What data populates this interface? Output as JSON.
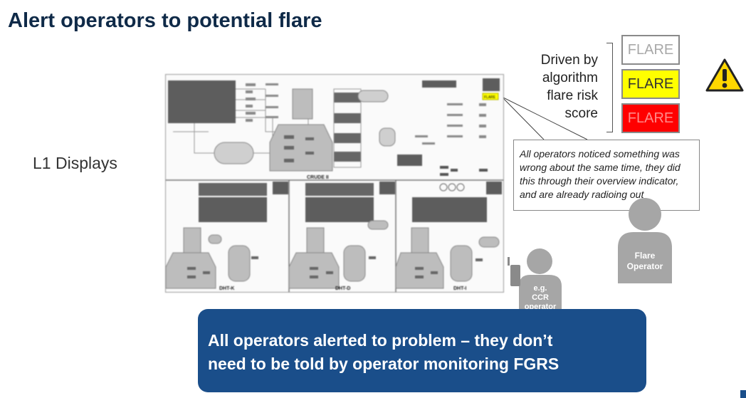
{
  "title": "Alert operators to potential flare",
  "l1_label": "L1 Displays",
  "driven": {
    "line1": "Driven by",
    "line2": "algorithm",
    "line3": "flare risk",
    "line4": "score"
  },
  "flare_boxes": [
    {
      "label": "FLARE",
      "state": "inactive",
      "color": "#ffffff"
    },
    {
      "label": "FLARE",
      "state": "warning",
      "color": "#ffff00"
    },
    {
      "label": "FLARE",
      "state": "alarm",
      "color": "#ff0000"
    }
  ],
  "hmi": {
    "mini_flare": "FLARE",
    "units": [
      "CRUDE II",
      "DHT-K",
      "DHT-D",
      "DHT-I"
    ]
  },
  "callout": "All operators noticed something was wrong about the same time, they did this through their overview indicator, and are already radioing out",
  "flare_operator": {
    "line1": "Flare",
    "line2": "Operator"
  },
  "ccr_operator": {
    "line1": "e.g.",
    "line2": "CCR",
    "line3": "operator"
  },
  "banner": {
    "line1": "All operators alerted to problem – they don’t",
    "line2": "need to be told by operator monitoring FGRS"
  },
  "colors": {
    "title": "#0f2a48",
    "banner": "#1a4e8a",
    "warning": "#ffd700",
    "alarm": "#ff0000"
  },
  "icons": [
    "warning-triangle-icon",
    "person-icon",
    "radio-icon"
  ]
}
